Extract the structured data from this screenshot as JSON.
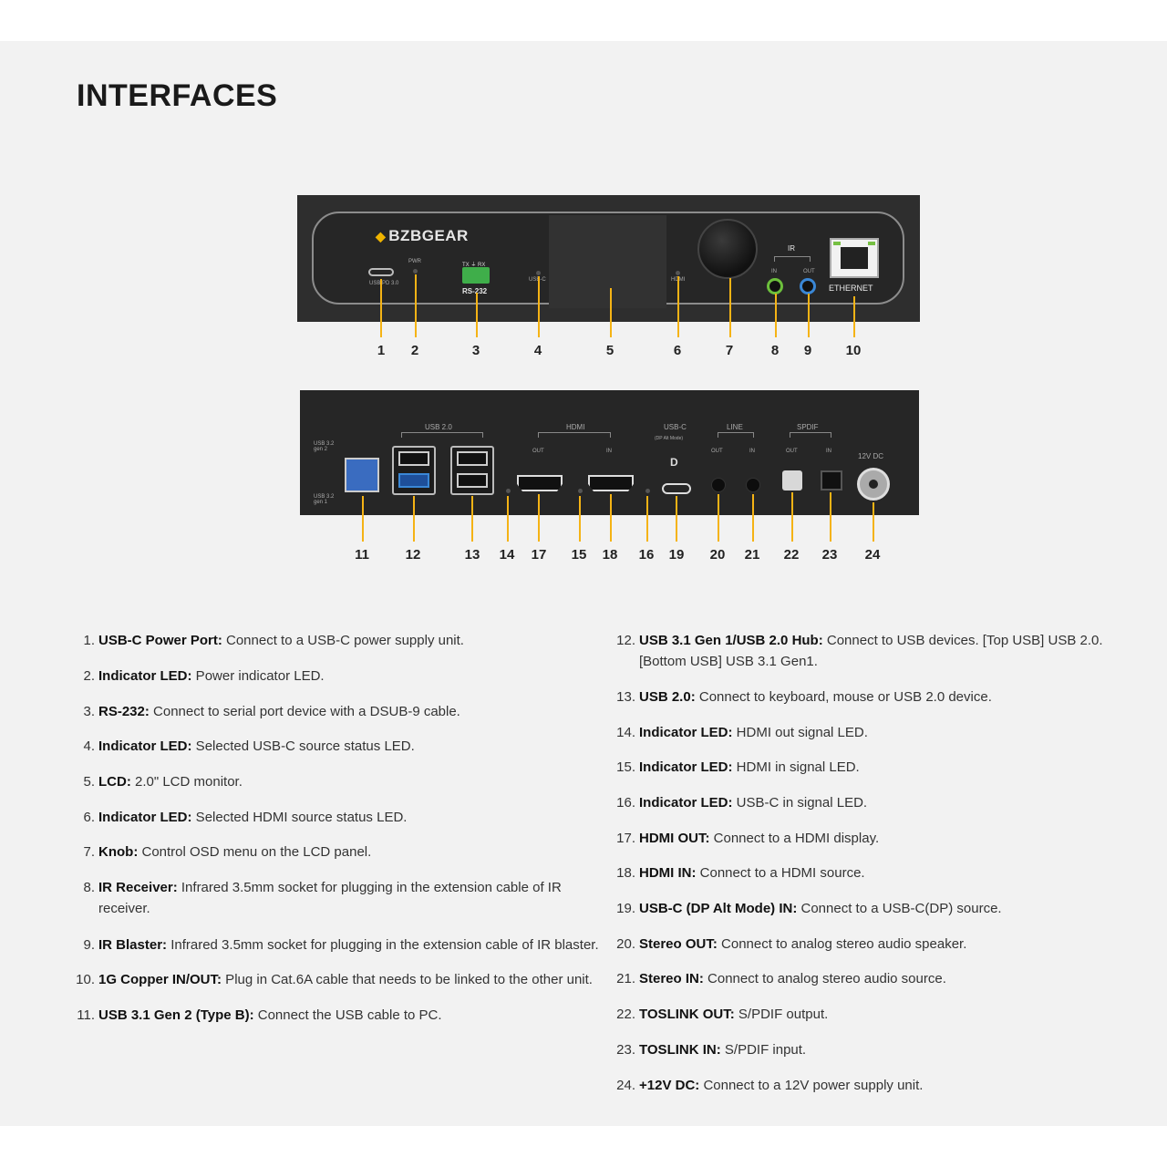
{
  "heading": "INTERFACES",
  "front_panel": {
    "brand": "BZBGEAR",
    "labels": {
      "usbc_pd": "USB PD 3.0",
      "pwr": "PWR",
      "tx_rx": "TX  ⏚  RX",
      "rs232": "RS-232",
      "usbc": "USB-C",
      "hdmi": "HDMI",
      "ir": "IR",
      "in": "IN",
      "out": "OUT",
      "ethernet": "ETHERNET"
    },
    "callouts": [
      "1",
      "2",
      "3",
      "4",
      "5",
      "6",
      "7",
      "8",
      "9",
      "10"
    ]
  },
  "rear_panel": {
    "labels": {
      "usb20": "USB 2.0",
      "hdmi": "HDMI",
      "hdmi_out": "OUT",
      "hdmi_in": "IN",
      "usbc": "USB-C",
      "usbc_sub": "(DP Alt Mode)",
      "line": "LINE",
      "line_out": "OUT",
      "line_in": "IN",
      "spdif": "SPDIF",
      "spdif_out": "OUT",
      "spdif_in": "IN",
      "dc": "12V DC",
      "usb31_top": "USB 3.2 gen 2",
      "usb31_bottom": "USB 3.2 gen 1"
    },
    "callouts": [
      "11",
      "12",
      "13",
      "14",
      "17",
      "15",
      "18",
      "16",
      "19",
      "20",
      "21",
      "22",
      "23",
      "24"
    ]
  },
  "items_left": [
    {
      "n": "1.",
      "name": "USB-C Power Port:",
      "desc": " Connect to a USB-C power supply unit."
    },
    {
      "n": "2.",
      "name": "Indicator LED:",
      "desc": " Power indicator LED."
    },
    {
      "n": "3.",
      "name": "RS-232:",
      "desc": " Connect to serial port device with a DSUB-9 cable."
    },
    {
      "n": "4.",
      "name": "Indicator LED:",
      "desc": " Selected USB-C source status LED."
    },
    {
      "n": "5.",
      "name": "LCD:",
      "desc": " 2.0\" LCD monitor."
    },
    {
      "n": "6.",
      "name": "Indicator LED:",
      "desc": " Selected HDMI source status LED."
    },
    {
      "n": "7.",
      "name": "Knob:",
      "desc": " Control OSD menu on the LCD panel."
    },
    {
      "n": "8.",
      "name": "IR Receiver:",
      "desc": " Infrared 3.5mm socket for plugging in the extension cable of IR receiver."
    },
    {
      "n": "9.",
      "name": "IR Blaster:",
      "desc": " Infrared 3.5mm socket for plugging in the extension cable of IR blaster."
    },
    {
      "n": "10.",
      "name": "1G Copper IN/OUT:",
      "desc": " Plug in Cat.6A cable that needs to be linked to the other unit."
    },
    {
      "n": "11.",
      "name": "USB 3.1 Gen 2 (Type B):",
      "desc": " Connect the USB cable to PC."
    }
  ],
  "items_right": [
    {
      "n": "12.",
      "name": "USB 3.1 Gen 1/USB 2.0 Hub:",
      "desc": " Connect to USB devices. [Top USB] USB 2.0. [Bottom USB] USB 3.1 Gen1."
    },
    {
      "n": "13.",
      "name": "USB 2.0:",
      "desc": " Connect to keyboard, mouse or USB 2.0 device."
    },
    {
      "n": "14.",
      "name": "Indicator LED:",
      "desc": " HDMI out signal LED."
    },
    {
      "n": "15.",
      "name": "Indicator LED:",
      "desc": " HDMI in signal LED."
    },
    {
      "n": "16.",
      "name": "Indicator LED:",
      "desc": " USB-C in signal LED."
    },
    {
      "n": "17.",
      "name": "HDMI OUT:",
      "desc": " Connect to a HDMI display."
    },
    {
      "n": "18.",
      "name": "HDMI IN:",
      "desc": " Connect to a HDMI source."
    },
    {
      "n": "19.",
      "name": "USB-C (DP Alt Mode) IN:",
      "desc": " Connect to a USB-C(DP) source."
    },
    {
      "n": "20.",
      "name": "Stereo OUT:",
      "desc": " Connect to analog stereo audio speaker."
    },
    {
      "n": "21.",
      "name": "Stereo IN:",
      "desc": " Connect to analog stereo audio source."
    },
    {
      "n": "22.",
      "name": "TOSLINK OUT:",
      "desc": " S/PDIF output."
    },
    {
      "n": "23.",
      "name": "TOSLINK IN:",
      "desc": " S/PDIF input."
    },
    {
      "n": "24.",
      "name": "+12V DC:",
      "desc": " Connect to a 12V power supply unit."
    }
  ],
  "colors": {
    "callout": "#f5b315",
    "background": "#f2f2f2"
  }
}
